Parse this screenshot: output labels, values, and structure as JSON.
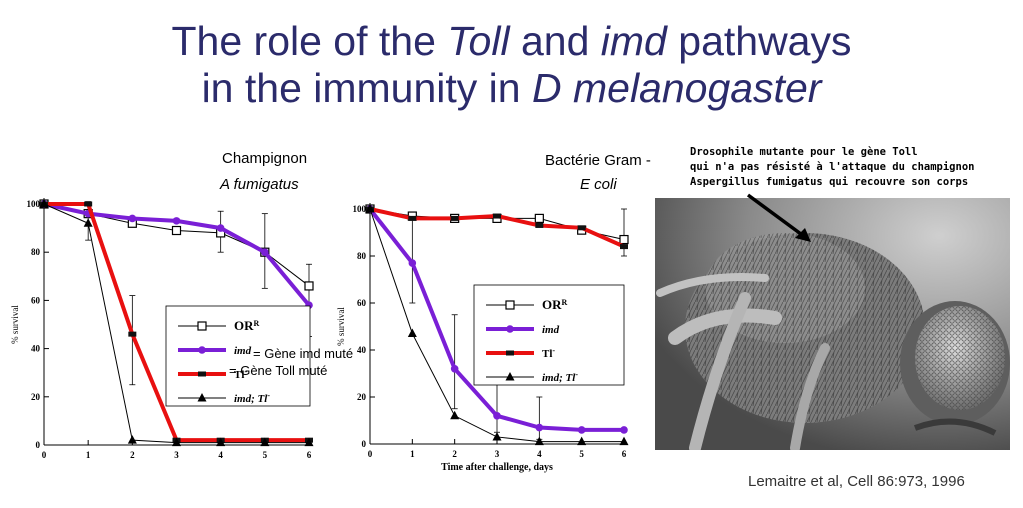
{
  "title": {
    "line1_a": "The role of the ",
    "line1_b": "Toll",
    "line1_c": " and ",
    "line1_d": "imd",
    "line1_e": " pathways",
    "line2_a": "in the immunity in ",
    "line2_b": "D melanogaster"
  },
  "left_panel": {
    "header": "Champignon",
    "subheader": "A fumigatus",
    "annotation_imd": "= Gène imd muté",
    "annotation_tl": "= Gène Toll muté"
  },
  "right_panel": {
    "header": "Bactérie Gram -",
    "subheader": "E coli"
  },
  "photo": {
    "caption_line1": "Drosophile mutante pour le gène Toll",
    "caption_line2": "qui n'a pas résisté à l'attaque du champignon",
    "caption_line3": "Aspergillus fumigatus qui recouvre son corps"
  },
  "citation": "Lemaitre et al,  Cell 86:973, 1996",
  "chart_data": [
    {
      "type": "line",
      "ylabel": "% survival",
      "xlabel": "",
      "xlim": [
        0,
        6
      ],
      "ylim": [
        0,
        100
      ],
      "xticks": [
        "0",
        "1",
        "2",
        "3",
        "4",
        "5",
        "6"
      ],
      "yticks": [
        "0",
        "20",
        "40",
        "60",
        "80",
        "100"
      ],
      "legend_position": "center-right",
      "series": [
        {
          "name": "OR",
          "sup": "R",
          "marker": "open-square",
          "color": "#000000",
          "highlight": false,
          "x": [
            0,
            1,
            2,
            3,
            4,
            5,
            6
          ],
          "y": [
            100,
            96,
            92,
            89,
            88,
            80,
            66
          ]
        },
        {
          "name": "imd",
          "sup": "",
          "marker": "circle",
          "color": "#7a1fd6",
          "highlight": true,
          "x": [
            0,
            1,
            2,
            3,
            4,
            5,
            6
          ],
          "y": [
            100,
            96,
            94,
            93,
            90,
            80,
            58
          ]
        },
        {
          "name": "Tl",
          "sup": "-",
          "marker": "bar",
          "color": "#e81010",
          "highlight": true,
          "x": [
            0,
            1,
            2,
            3,
            4,
            5,
            6
          ],
          "y": [
            100,
            100,
            46,
            2,
            2,
            2,
            2
          ]
        },
        {
          "name": "imd; Tl",
          "sup": "-",
          "marker": "triangle",
          "color": "#000000",
          "highlight": false,
          "x": [
            0,
            1,
            2,
            3,
            4,
            5,
            6
          ],
          "y": [
            100,
            92,
            2,
            1,
            1,
            1,
            1
          ]
        }
      ]
    },
    {
      "type": "line",
      "ylabel": "% survival",
      "xlabel": "Time after challenge, days",
      "xlim": [
        0,
        6
      ],
      "ylim": [
        0,
        100
      ],
      "xticks": [
        "0",
        "1",
        "2",
        "3",
        "4",
        "5",
        "6"
      ],
      "yticks": [
        "0",
        "20",
        "40",
        "60",
        "80",
        "100"
      ],
      "legend_position": "center-right",
      "series": [
        {
          "name": "OR",
          "sup": "R",
          "marker": "open-square",
          "color": "#000000",
          "highlight": false,
          "x": [
            0,
            1,
            2,
            3,
            4,
            5,
            6
          ],
          "y": [
            100,
            97,
            96,
            96,
            96,
            91,
            87
          ]
        },
        {
          "name": "imd",
          "sup": "",
          "marker": "circle",
          "color": "#7a1fd6",
          "highlight": true,
          "x": [
            0,
            1,
            2,
            3,
            4,
            5,
            6
          ],
          "y": [
            100,
            77,
            32,
            12,
            7,
            6,
            6
          ]
        },
        {
          "name": "Tl",
          "sup": "-",
          "marker": "bar",
          "color": "#e81010",
          "highlight": true,
          "x": [
            0,
            1,
            2,
            3,
            4,
            5,
            6
          ],
          "y": [
            100,
            96,
            96,
            97,
            93,
            92,
            84
          ]
        },
        {
          "name": "imd; Tl",
          "sup": "-",
          "marker": "triangle",
          "color": "#000000",
          "highlight": false,
          "x": [
            0,
            1,
            2,
            3,
            4,
            5,
            6
          ],
          "y": [
            100,
            47,
            12,
            3,
            1,
            1,
            1
          ]
        }
      ]
    }
  ]
}
